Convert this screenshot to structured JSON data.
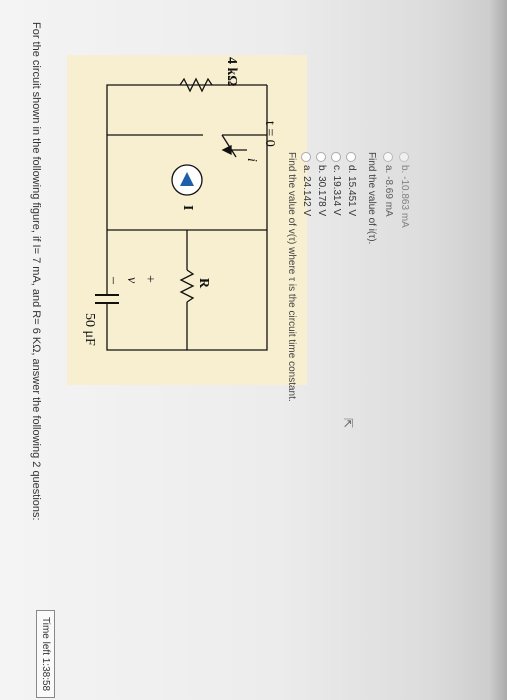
{
  "timer": {
    "label": "Time left 1:38:58"
  },
  "question": {
    "text": "For the circuit shown in the following figure, if I= 7 mA, and R= 6 KΩ, answer the following 2 questions:"
  },
  "figure": {
    "labels": {
      "switch_time": "t = 0",
      "current_i": "i",
      "source": "I",
      "resistor_left": "4 kΩ",
      "resistor_r": "R",
      "plus": "+",
      "voltage": "v",
      "minus": "–",
      "capacitor": "50 μF"
    },
    "colors": {
      "background": "#f7efcf",
      "wire": "#111111",
      "source_fill": "#1d5fa8"
    }
  },
  "q1": {
    "text": "Find the value of v(τ) where τ is the circuit time constant.",
    "options": [
      "a. 24.142 V",
      "b. 30.178 V",
      "c. 19.314 V",
      "d. 15.451 V"
    ]
  },
  "q2": {
    "text": "Find the value of i(τ).",
    "options": [
      "a. -8.69 mA",
      "b. -10.863 mA"
    ]
  }
}
